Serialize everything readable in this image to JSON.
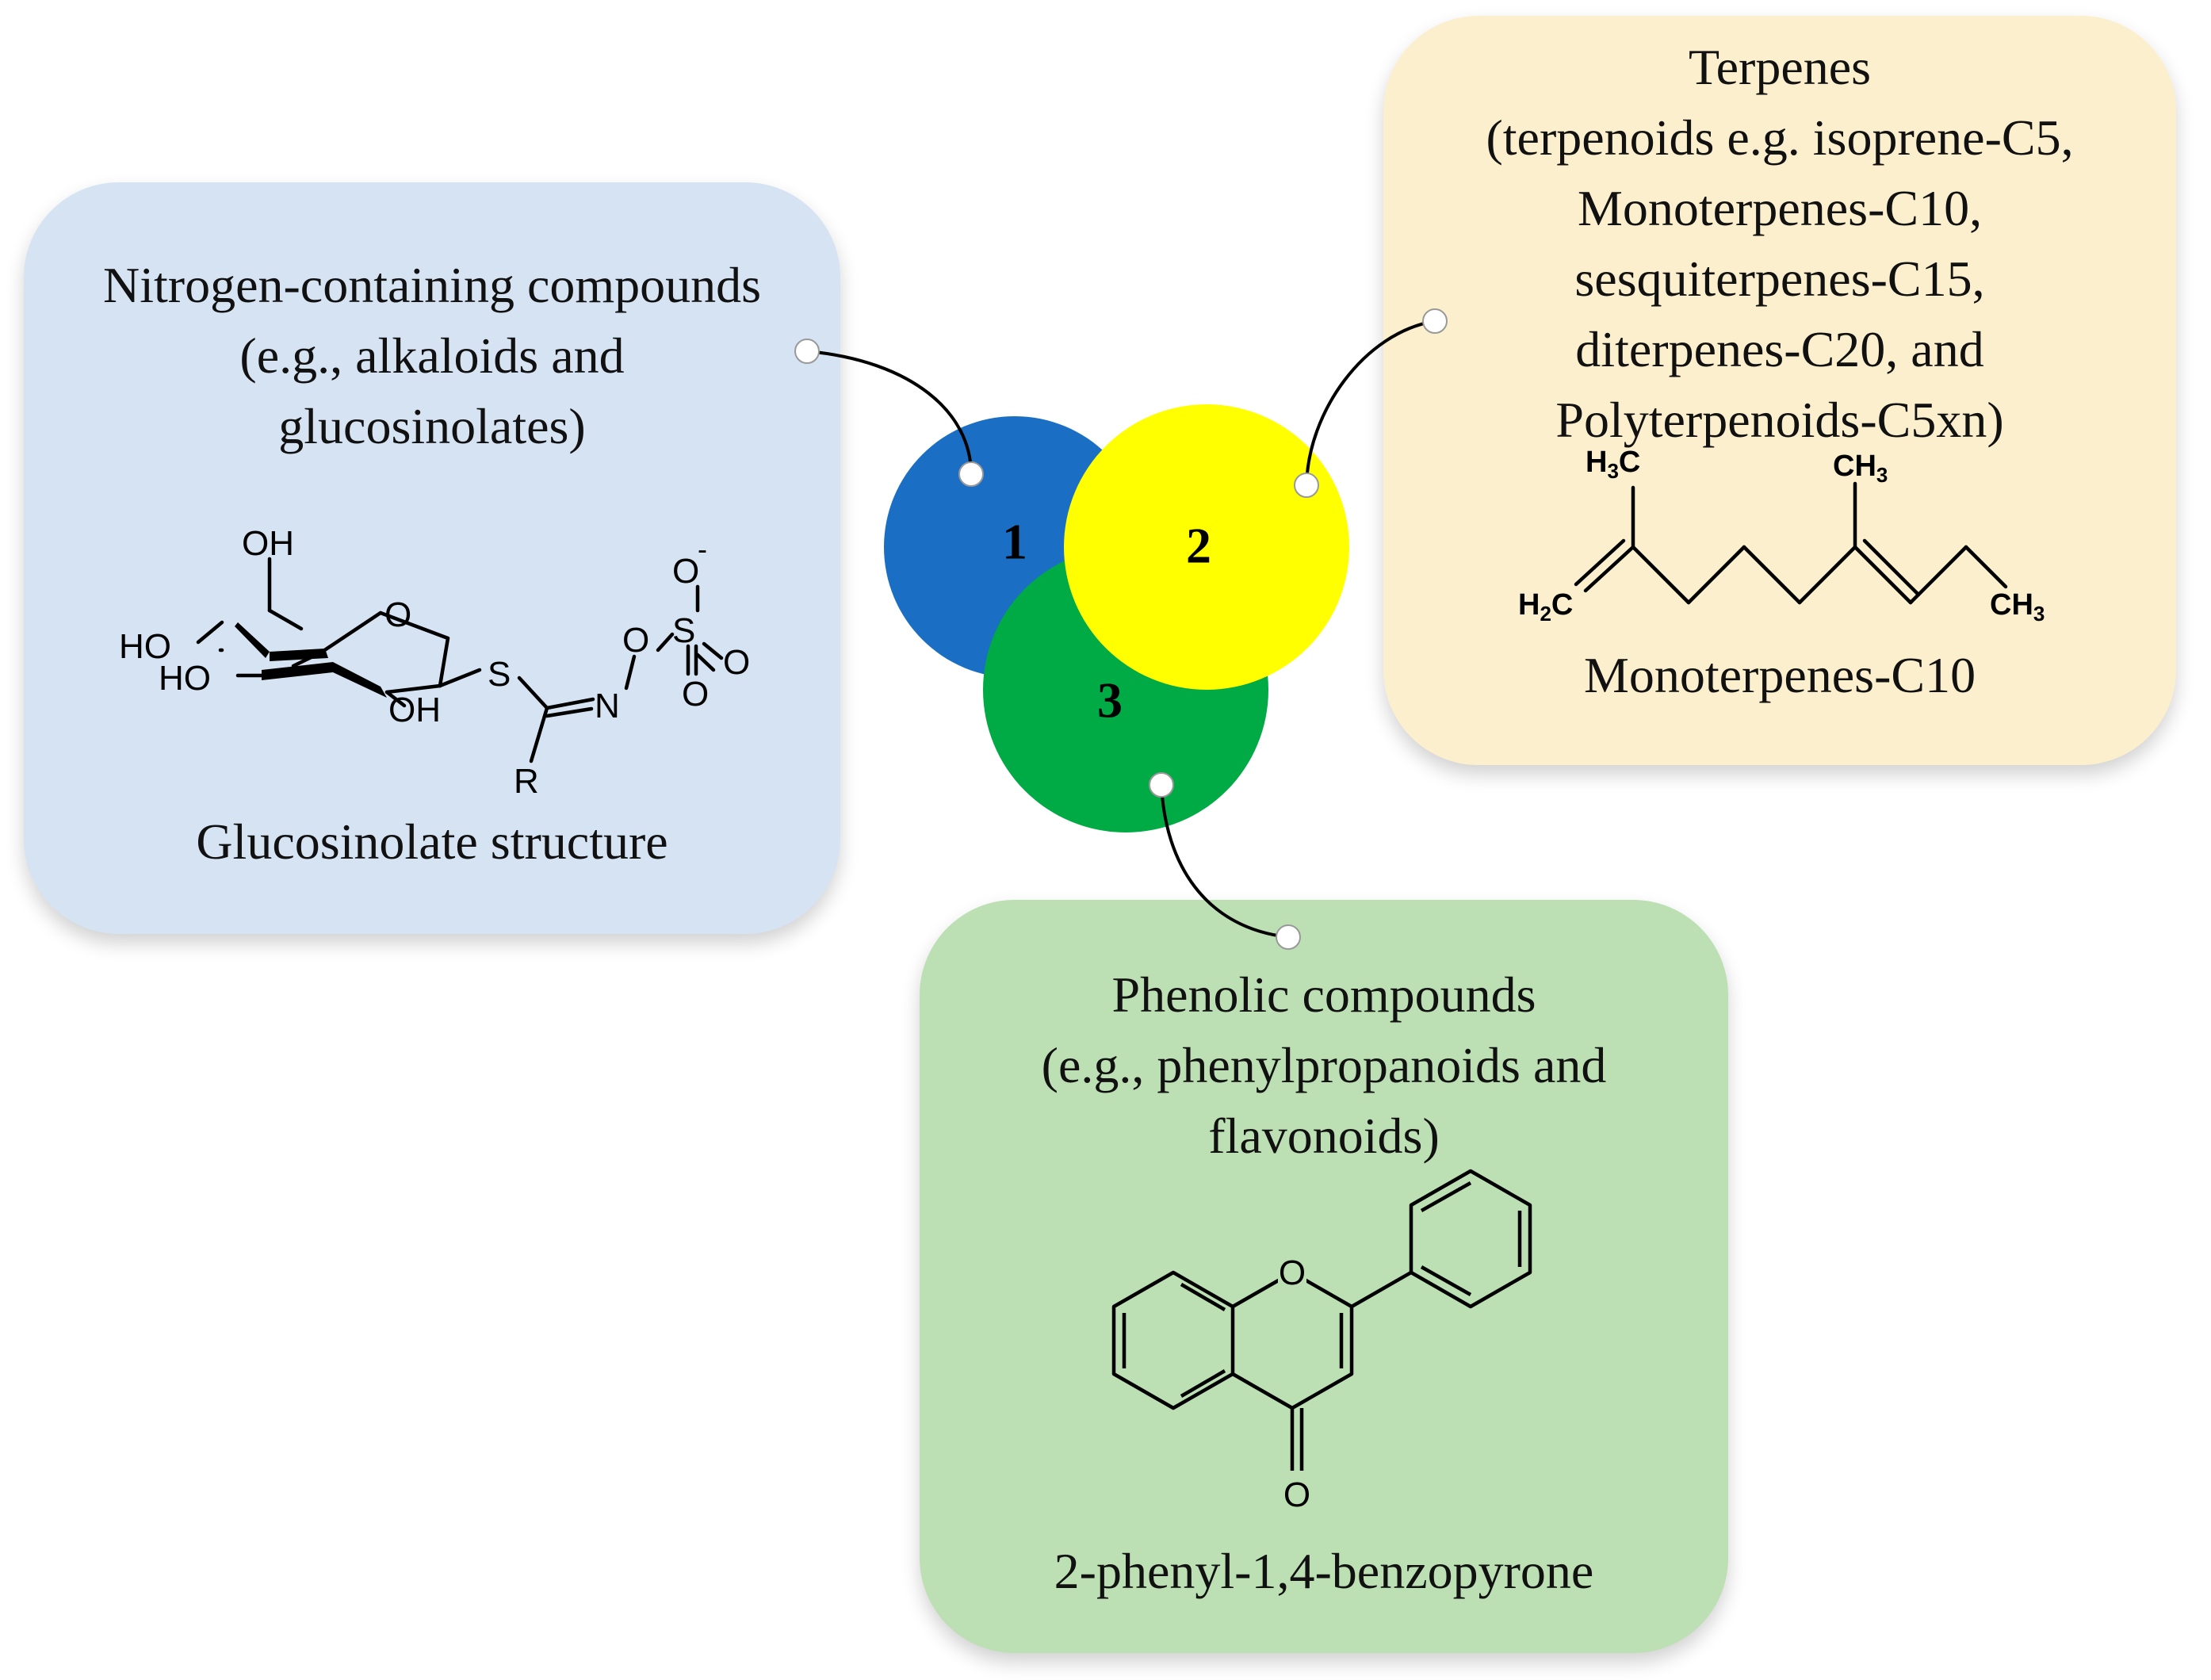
{
  "groups": [
    {
      "number": "1",
      "color": "#1a6fc4",
      "title_lines": [
        "Nitrogen-containing compounds",
        "(e.g., alkaloids and",
        "glucosinolates)"
      ],
      "caption": "Glucosinolate structure"
    },
    {
      "number": "2",
      "color": "#ffff00",
      "title_lines": [
        "Terpenes",
        "(terpenoids e.g. isoprene-C5,",
        "Monoterpenes-C10,",
        "sesquiterpenes-C15,",
        "diterpenes-C20, and",
        "Polyterpenoids-C5xn)"
      ],
      "caption": "Monoterpenes-C10"
    },
    {
      "number": "3",
      "color": "#00aa44",
      "title_lines": [
        "Phenolic compounds",
        "(e.g., phenylpropanoids and",
        "flavonoids)"
      ],
      "caption": "2-phenyl-1,4-benzopyrone"
    }
  ],
  "structure_labels": {
    "glucosinolate": {
      "oh_top": "OH",
      "ho_left": "HO",
      "ho_lower": "HO",
      "oh_bottom": "OH",
      "ring_o": "O",
      "s": "S",
      "n": "N",
      "o_link": "O",
      "s_sulfate": "S",
      "o_minus": "O",
      "minus": "-",
      "o_right": "O",
      "o_bottom": "O",
      "r": "R"
    },
    "monoterpene": {
      "h3c": "H",
      "h3c_sub": "3",
      "h3c_c": "C",
      "ch3_top": "CH",
      "ch3_top_sub": "3",
      "h2c": "H",
      "h2c_sub": "2",
      "h2c_c": "C",
      "ch3_right": "CH",
      "ch3_right_sub": "3"
    },
    "flavone": {
      "ring_o": "O",
      "carbonyl_o": "O"
    }
  }
}
